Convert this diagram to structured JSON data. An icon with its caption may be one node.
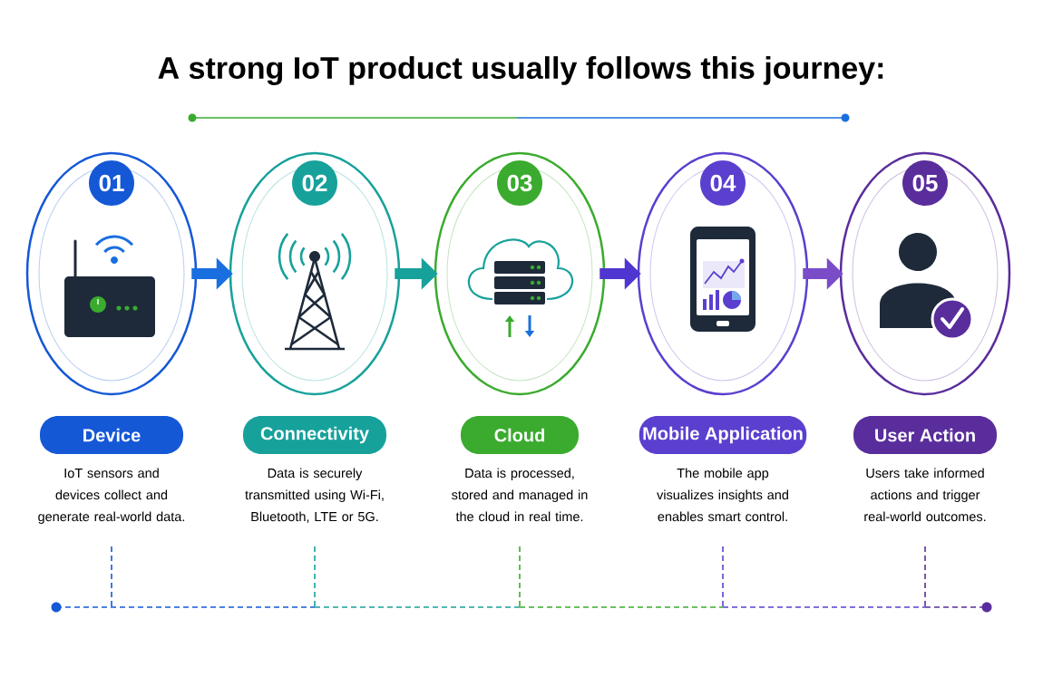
{
  "diagram": {
    "title": "A strong IoT product usually follows this journey:",
    "nodes": [
      {
        "text": [
          "01"
        ]
      },
      {
        "text": [
          "02"
        ]
      },
      {
        "text": [
          "03"
        ]
      },
      {
        "text": [
          "04"
        ]
      },
      {
        "text": [
          "05"
        ]
      },
      {
        "text": [
          "Device"
        ],
        "beside": [
          "IoT sensors and devices collect and generate real-world data."
        ]
      },
      {
        "text": [
          "Connectivity"
        ],
        "beside": [
          "Data is securely transmitted using Wi-Fi, Bluetooth, LTE or 5G."
        ]
      },
      {
        "text": [
          "Cloud"
        ],
        "beside": [
          "Data is processed, stored and managed in the cloud in real time."
        ]
      },
      {
        "text": [
          "Mobile Application"
        ],
        "beside": [
          "The mobile app visualizes insights and enables smart control."
        ]
      },
      {
        "text": [
          "User Action"
        ],
        "beside": [
          "Users take informed actions and trigger real-world outcomes."
        ]
      }
    ],
    "edges": [
      {
        "from": 0,
        "to": 1,
        "arrow": "to",
        "color": "#1a6fe0"
      },
      {
        "from": 1,
        "to": 2,
        "arrow": "to",
        "color": "#17a19b"
      },
      {
        "from": 2,
        "to": 3,
        "arrow": "to",
        "color": "#5036d0"
      },
      {
        "from": 3,
        "to": 4,
        "arrow": "to",
        "color": "#7a4cc8"
      }
    ]
  }
}
